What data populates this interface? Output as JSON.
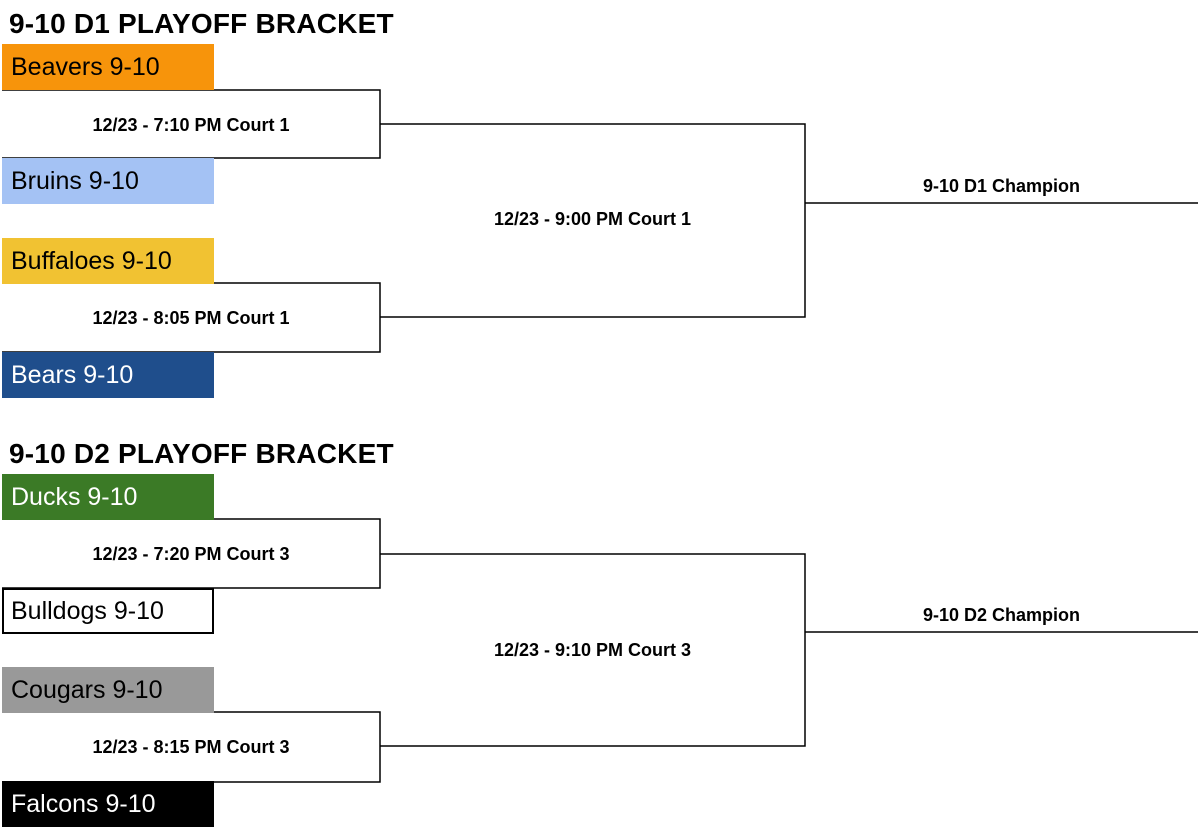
{
  "brackets": [
    {
      "title": "9-10 D1 PLAYOFF BRACKET",
      "teams": [
        {
          "name": "Beavers 9-10",
          "bg": "#f7940b",
          "fg": "#000000",
          "border": "#f7940b"
        },
        {
          "name": "Bruins 9-10",
          "bg": "#a4c2f4",
          "fg": "#000000",
          "border": "#a4c2f4"
        },
        {
          "name": "Buffaloes 9-10",
          "bg": "#f1c232",
          "fg": "#000000",
          "border": "#f1c232"
        },
        {
          "name": "Bears 9-10",
          "bg": "#1f4e8c",
          "fg": "#ffffff",
          "border": "#1f4e8c"
        }
      ],
      "semifinal_1": "12/23 - 7:10 PM Court 1",
      "semifinal_2": "12/23 - 8:05 PM Court 1",
      "final": "12/23 - 9:00 PM Court 1",
      "champion": "9-10 D1 Champion"
    },
    {
      "title": "9-10 D2 PLAYOFF BRACKET",
      "teams": [
        {
          "name": "Ducks 9-10",
          "bg": "#3b7a26",
          "fg": "#ffffff",
          "border": "#3b7a26"
        },
        {
          "name": "Bulldogs 9-10",
          "bg": "#ffffff",
          "fg": "#000000",
          "border": "#000000"
        },
        {
          "name": "Cougars 9-10",
          "bg": "#999999",
          "fg": "#000000",
          "border": "#999999"
        },
        {
          "name": "Falcons 9-10",
          "bg": "#000000",
          "fg": "#ffffff",
          "border": "#000000"
        }
      ],
      "semifinal_1": "12/23 - 7:20 PM Court 3",
      "semifinal_2": "12/23 - 8:15 PM Court 3",
      "final": "12/23 - 9:10 PM Court 3",
      "champion": "9-10 D2 Champion"
    }
  ]
}
